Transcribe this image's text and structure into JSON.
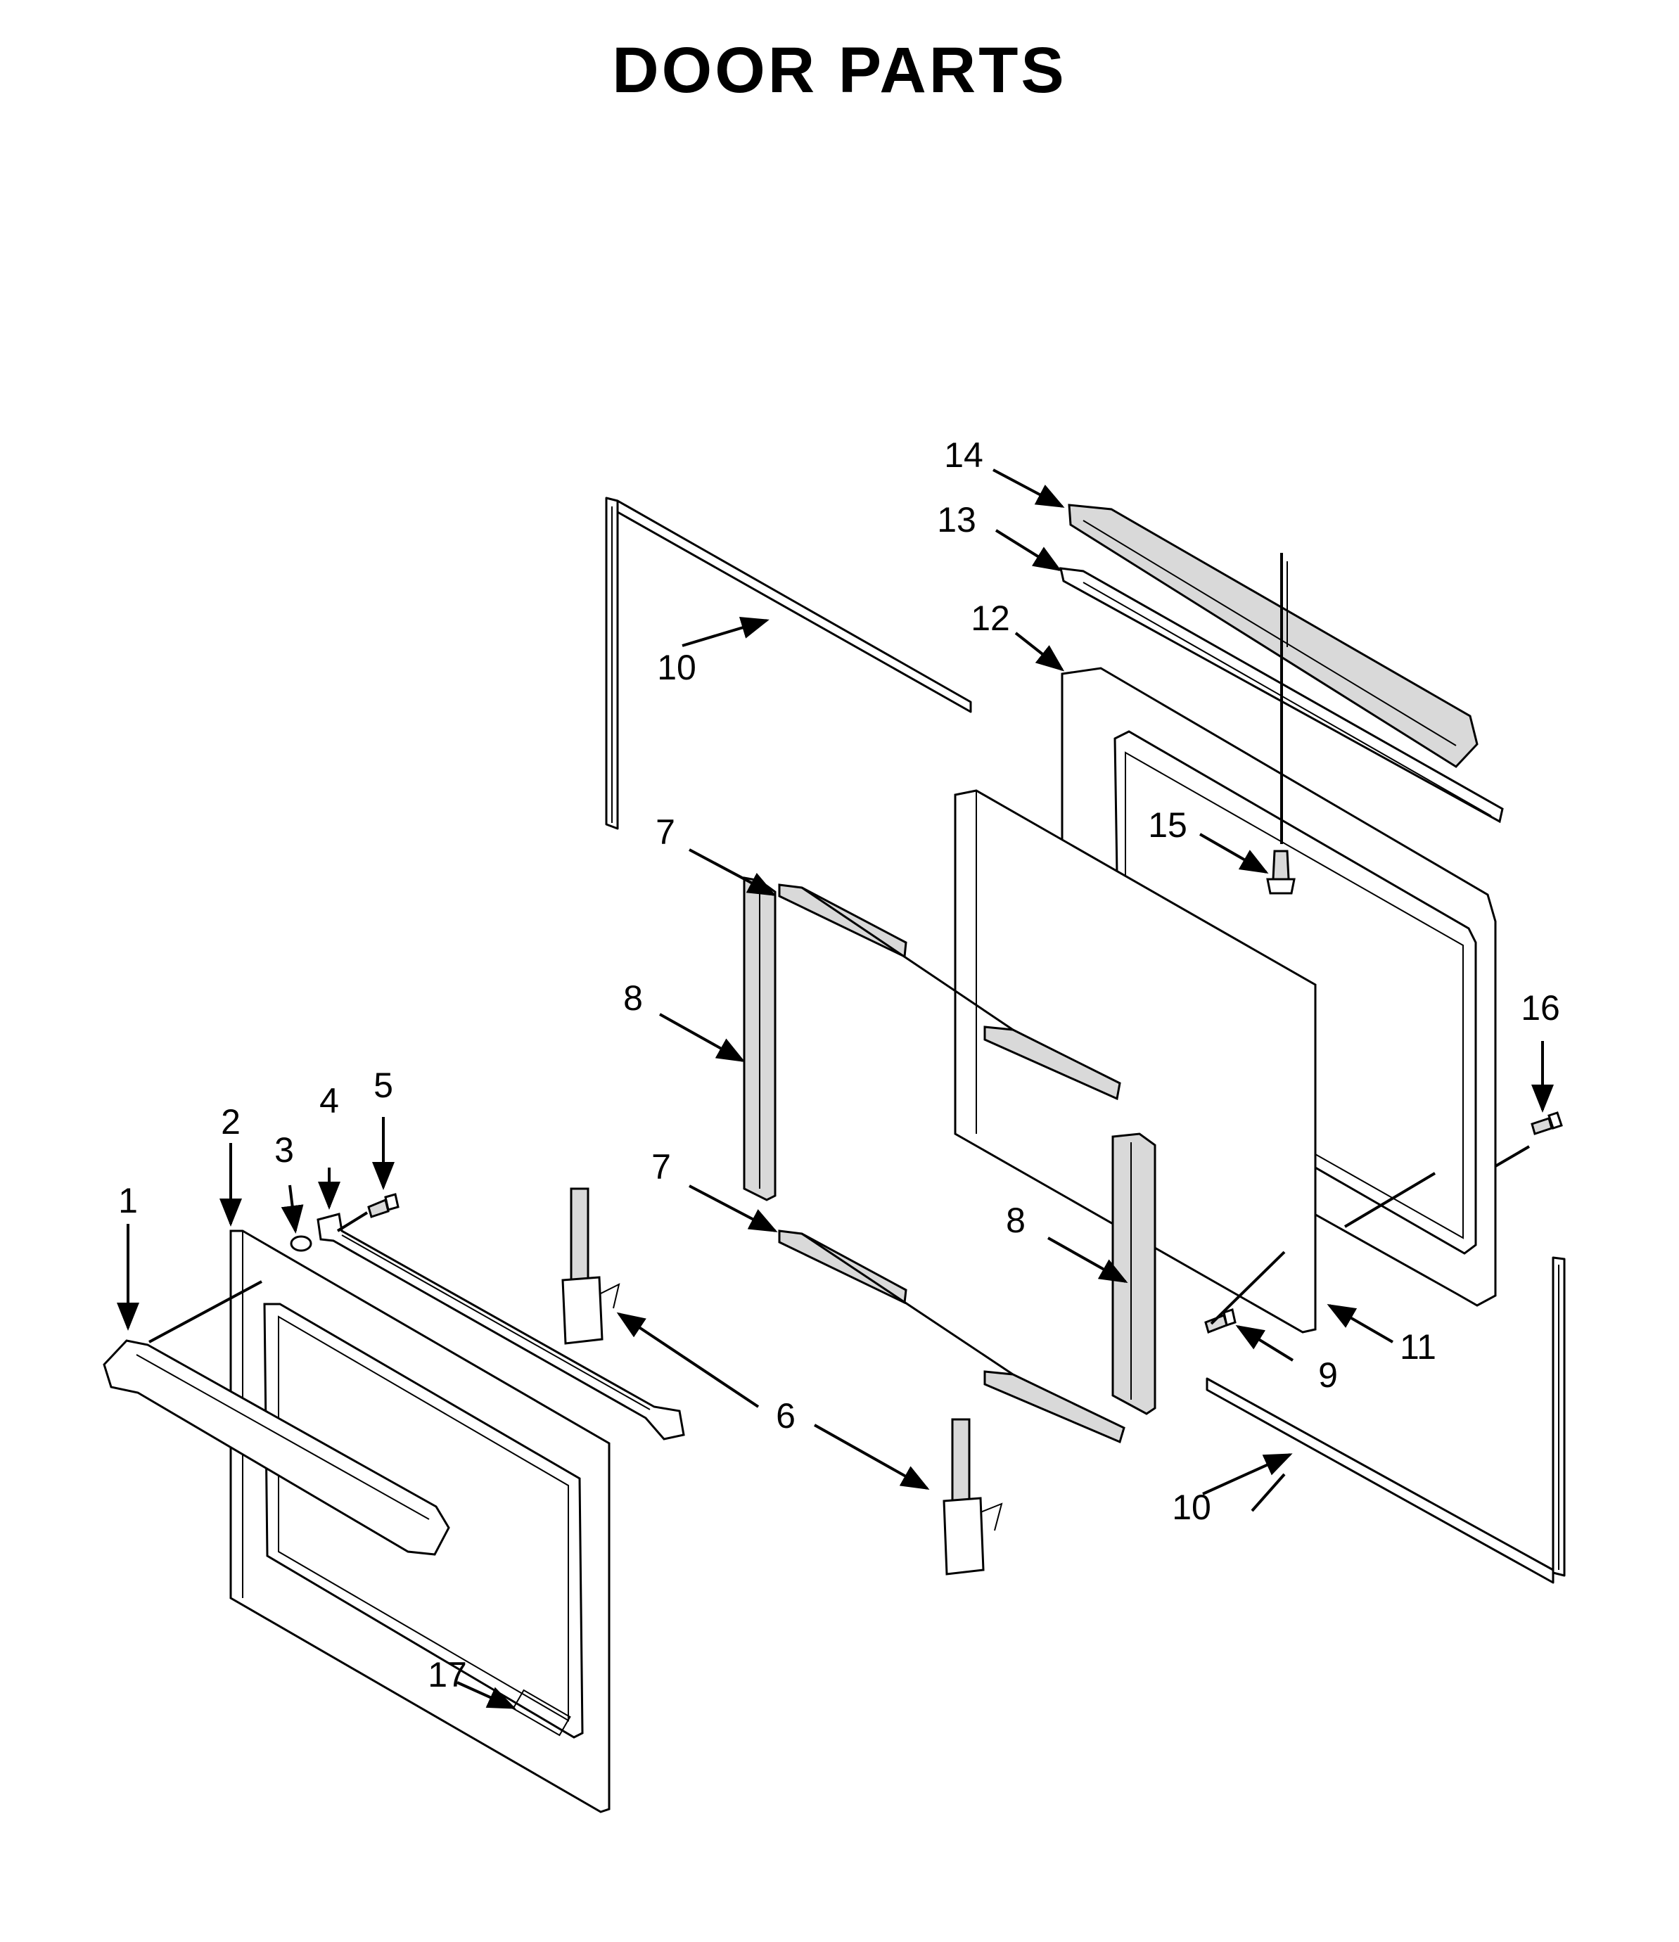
{
  "title": "DOOR PARTS",
  "callouts": {
    "c1": "1",
    "c2": "2",
    "c3": "3",
    "c4": "4",
    "c5": "5",
    "c6": "6",
    "c7a": "7",
    "c7b": "7",
    "c8a": "8",
    "c8b": "8",
    "c9": "9",
    "c10a": "10",
    "c10b": "10",
    "c11": "11",
    "c12": "12",
    "c13": "13",
    "c14": "14",
    "c15": "15",
    "c16": "16",
    "c17": "17"
  }
}
